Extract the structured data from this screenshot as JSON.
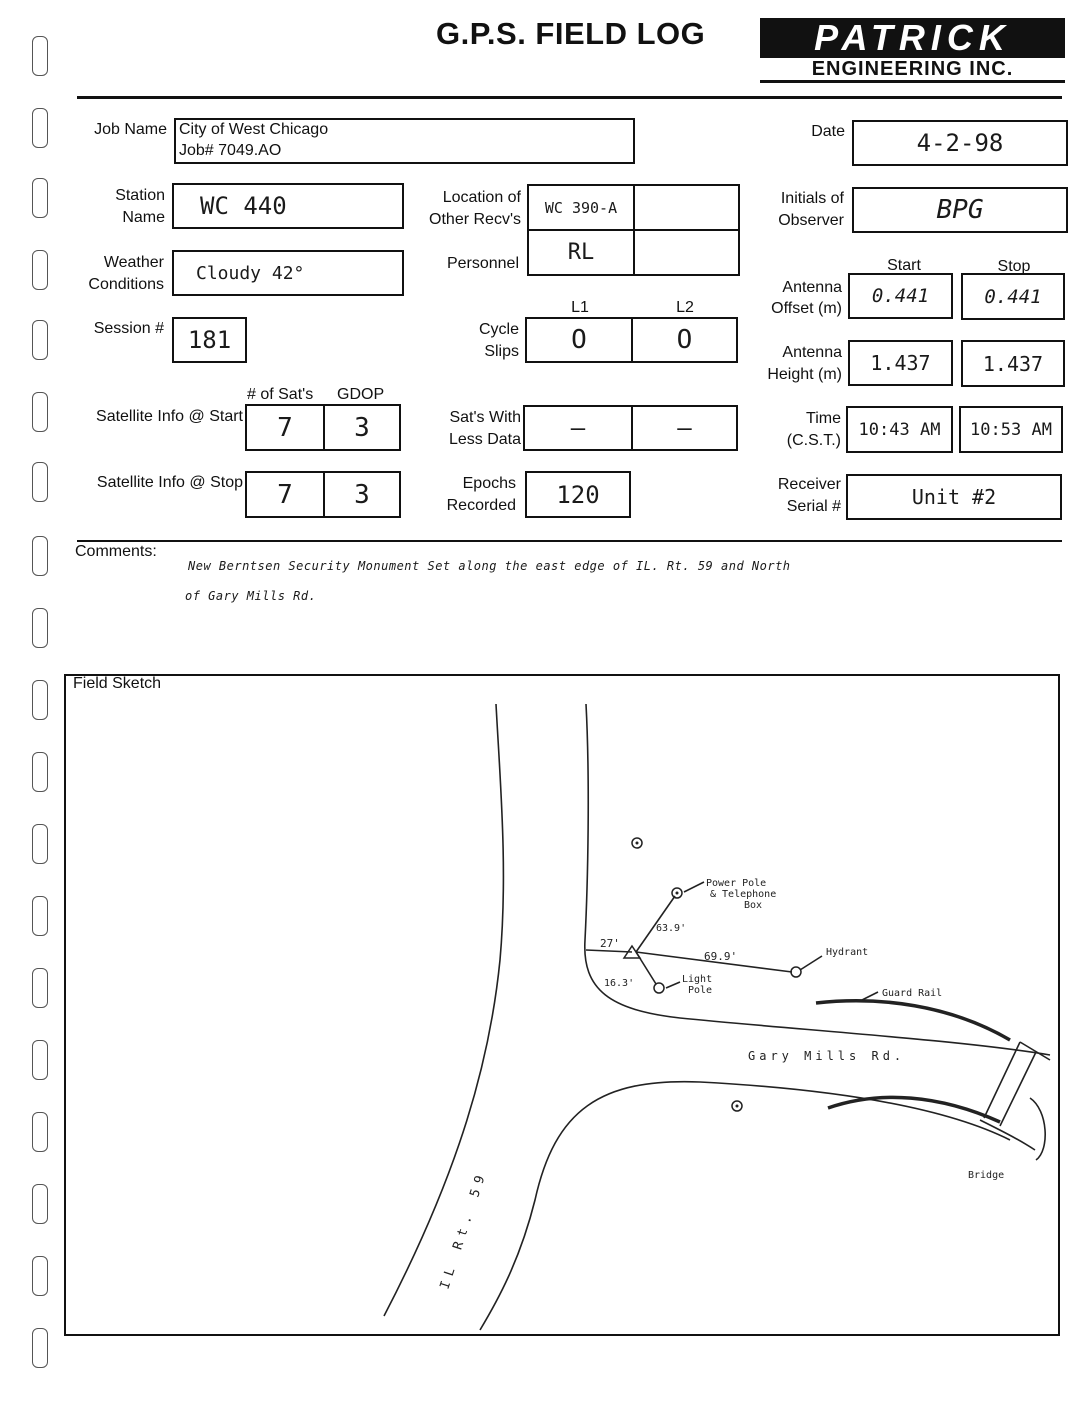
{
  "title": "G.P.S. FIELD LOG",
  "logo": {
    "line1": "PATRICK",
    "line2": "ENGINEERING INC."
  },
  "labels": {
    "job_name": "Job Name",
    "date": "Date",
    "station_name_1": "Station",
    "station_name_2": "Name",
    "location_1": "Location of",
    "location_2": "Other Recv's",
    "initials_1": "Initials of",
    "initials_2": "Observer",
    "weather_1": "Weather",
    "weather_2": "Conditions",
    "personnel": "Personnel",
    "start": "Start",
    "stop": "Stop",
    "antenna_offset_1": "Antenna",
    "antenna_offset_2": "Offset (m)",
    "session": "Session #",
    "l1": "L1",
    "l2": "L2",
    "cycle_1": "Cycle",
    "cycle_2": "Slips",
    "antenna_height_1": "Antenna",
    "antenna_height_2": "Height (m)",
    "num_sats": "# of Sat's",
    "gdop": "GDOP",
    "sat_info_start": "Satellite Info @ Start",
    "sats_less_1": "Sat's With",
    "sats_less_2": "Less Data",
    "time_1": "Time",
    "time_2": "(C.S.T.)",
    "sat_info_stop": "Satellite Info @ Stop",
    "epochs_1": "Epochs",
    "epochs_2": "Recorded",
    "receiver_1": "Receiver",
    "receiver_2": "Serial #",
    "comments": "Comments:",
    "field_sketch": "Field Sketch"
  },
  "values": {
    "job_name_1": "City of West Chicago",
    "job_name_2": "Job# 7049.AO",
    "date": "4-2-98",
    "station_name": "WC 440",
    "location_1": "WC 390-A",
    "location_2": "",
    "initials": "BPG",
    "weather": "Cloudy 42°",
    "personnel_1": "RL",
    "personnel_2": "",
    "antenna_offset_start": "0.441",
    "antenna_offset_stop": "0.441",
    "session": "181",
    "cycle_slips_l1": "O",
    "cycle_slips_l2": "O",
    "antenna_height_start": "1.437",
    "antenna_height_stop": "1.437",
    "sats_start": "7",
    "gdop_start": "3",
    "sats_less_l1": "—",
    "sats_less_l2": "—",
    "time_start": "10:43 AM",
    "time_stop": "10:53 AM",
    "sats_stop": "7",
    "gdop_stop": "3",
    "epochs": "120",
    "receiver": "Unit #2",
    "comments_1": "New Berntsen Security Monument Set along the east edge of IL. Rt. 59 and North",
    "comments_2": "of Gary Mills Rd."
  },
  "sketch": {
    "power_pole": "Power Pole",
    "telephone": "& Telephone",
    "box": "Box",
    "hydrant": "Hydrant",
    "light": "Light",
    "pole": "Pole",
    "guard_rail": "Guard Rail",
    "gary_mills": "Gary Mills Rd.",
    "rt59": "IL Rt. 59",
    "bridge": "Bridge",
    "d_27": "27'",
    "d_63": "63.9'",
    "d_69": "69.9'",
    "d_16": "16.3'"
  }
}
